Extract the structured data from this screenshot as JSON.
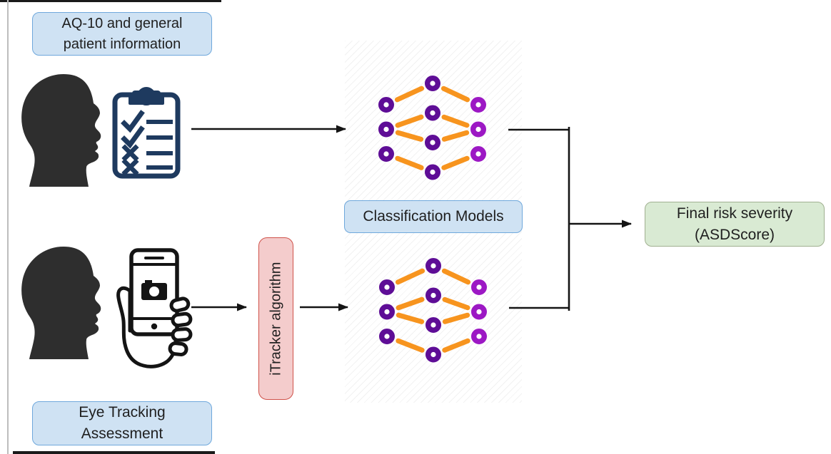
{
  "labels": {
    "aq10_box": "AQ-10 and general\npatient information",
    "classification_models": "Classification Models",
    "itracker": "iTracker algorithm",
    "final_risk": "Final risk severity\n(ASDScore)",
    "eye_tracking": "Eye Tracking\nAssessment"
  },
  "icons": {
    "patient_top": "person-head-silhouette",
    "questionnaire": "checklist-clipboard",
    "patient_bottom": "person-head-silhouette",
    "eye_tracking_capture": "hand-holding-phone-camera",
    "model_top": "neural-network",
    "model_bottom": "neural-network"
  },
  "colors": {
    "box_blue_fill": "#cfe2f3",
    "box_blue_border": "#6fa8dc",
    "box_green_fill": "#d9ead3",
    "box_green_border": "#a0b090",
    "box_pink_fill": "#f4cccc",
    "box_pink_border": "#cf5149",
    "network_node_dark": "#5e0d96",
    "network_node_bright": "#9c18c4",
    "network_link": "#f7941e",
    "icon_navy": "#1e3a5f",
    "silhouette": "#2e2e2e",
    "arrow": "#141414"
  }
}
